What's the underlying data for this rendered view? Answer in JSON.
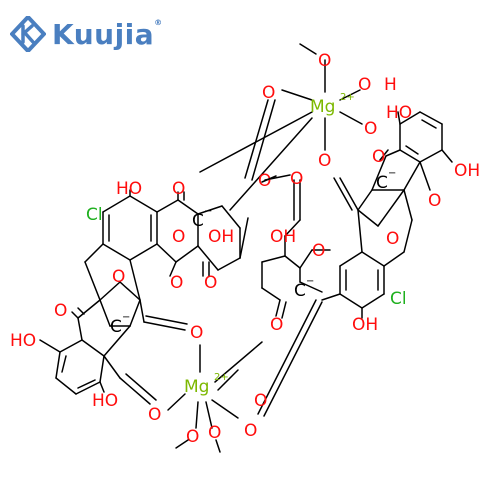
{
  "header": {
    "brand": "Kuujia",
    "brand_mark": "®"
  },
  "colors": {
    "brand": "#4a7fc0",
    "oxygen": "#ff0d0d",
    "chlorine": "#1fb01f",
    "magnesium": "#7cb800",
    "carbon": "#000000"
  },
  "atoms": {
    "o_top_methoxy": "O",
    "mg_top": "Mg",
    "mg_top_charge": "2+",
    "oh_top_water_o": "O",
    "oh_top_water_h": "H",
    "o_top_left": "O",
    "o_top_right": "O",
    "o_top_lower": "O",
    "ho_right_top": "HO",
    "oh_right": "OH",
    "o_right_keto1": "O",
    "o_right_keto2": "O",
    "c_right_anion": "C",
    "c_right_anion_charge": "−",
    "ho_left": "HO",
    "cl_left": "Cl",
    "o_left_keto1": "O",
    "c_left_anion": "C",
    "c_left_anion_charge": "−",
    "oh_left_mid": "OH",
    "o_left_ester1": "O",
    "o_left_ester2": "O",
    "o_left_ester3": "O",
    "o_right_ester1": "O",
    "o_right_ester2": "O",
    "oh_mid": "OH",
    "o_mid_ring": "O",
    "c_mid_anion": "C",
    "c_mid_anion_charge": "−",
    "o_mid_lower": "O",
    "o_right_bridge": "O",
    "cl_right": "Cl",
    "oh_right_low": "OH",
    "o_left_bridge": "O",
    "o_left_keto2": "O",
    "c_left_low_anion": "C",
    "c_left_low_anion_charge": "−",
    "o_left_low": "O",
    "ho_left_low": "HO",
    "ho_left_bottom": "HO",
    "o_mg_low_a": "O",
    "o_mg_low_b": "O",
    "mg_bottom": "Mg",
    "mg_bottom_charge": "2+",
    "o_bottom_1": "O",
    "o_bottom_2": "O",
    "o_bottom_3": "O"
  }
}
